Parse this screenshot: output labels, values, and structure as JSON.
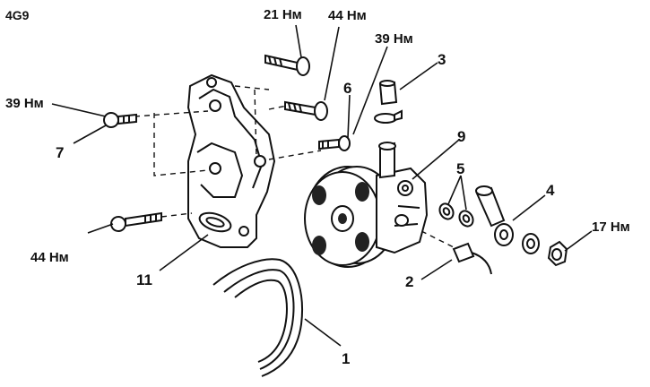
{
  "engine": "4G9",
  "labels": {
    "p1": "1",
    "p2": "2",
    "p3": "3",
    "p4": "4",
    "p5": "5",
    "p6": "6",
    "p7": "7",
    "p9": "9",
    "p11": "11"
  },
  "torques": {
    "t21": "21 Нм",
    "t44_top": "44 Нм",
    "t39_top": "39 Нм",
    "t39_left": "39 Нм",
    "t44_left": "44 Нм",
    "t17": "17 Нм"
  }
}
